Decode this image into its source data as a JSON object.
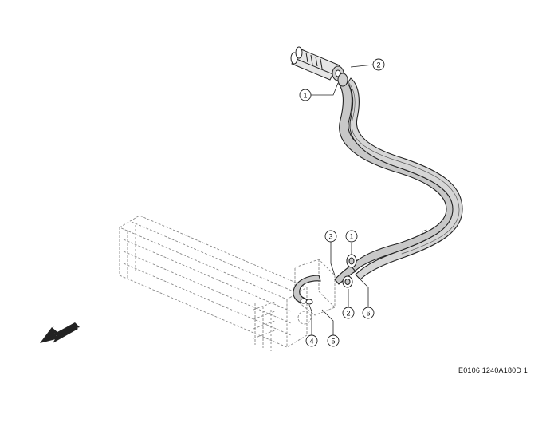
{
  "diagram": {
    "callouts": [
      {
        "id": "c-top-1",
        "label": "1"
      },
      {
        "id": "c-top-2",
        "label": "2"
      },
      {
        "id": "c-3",
        "label": "3"
      },
      {
        "id": "c-mid-1",
        "label": "1"
      },
      {
        "id": "c-mid-2",
        "label": "2"
      },
      {
        "id": "c-6",
        "label": "6"
      },
      {
        "id": "c-4",
        "label": "4"
      },
      {
        "id": "c-5",
        "label": "5"
      }
    ],
    "reference_code": "E0106 1240A180D 1",
    "colors": {
      "line": "#222222",
      "tube_fill": "#c8c8c8",
      "ghost": "#888888"
    }
  }
}
